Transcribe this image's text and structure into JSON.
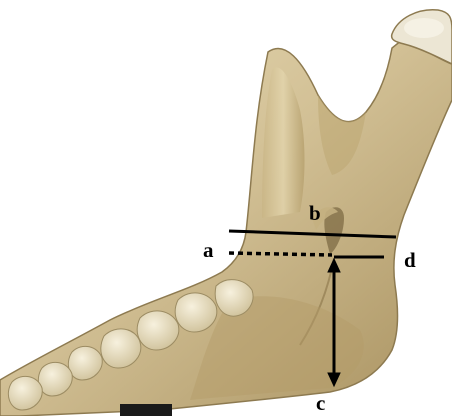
{
  "figure": {
    "subject": "mandible ramus",
    "labels": {
      "a": "a",
      "b": "b",
      "c": "c",
      "d": "d"
    },
    "colors": {
      "background": "#ffffff",
      "bone_light": "#e6d9b3",
      "bone_mid": "#cbb88a",
      "bone_dark": "#9f8a5c",
      "tooth_enamel": "#efe6cf",
      "annotation": "#000000"
    }
  }
}
